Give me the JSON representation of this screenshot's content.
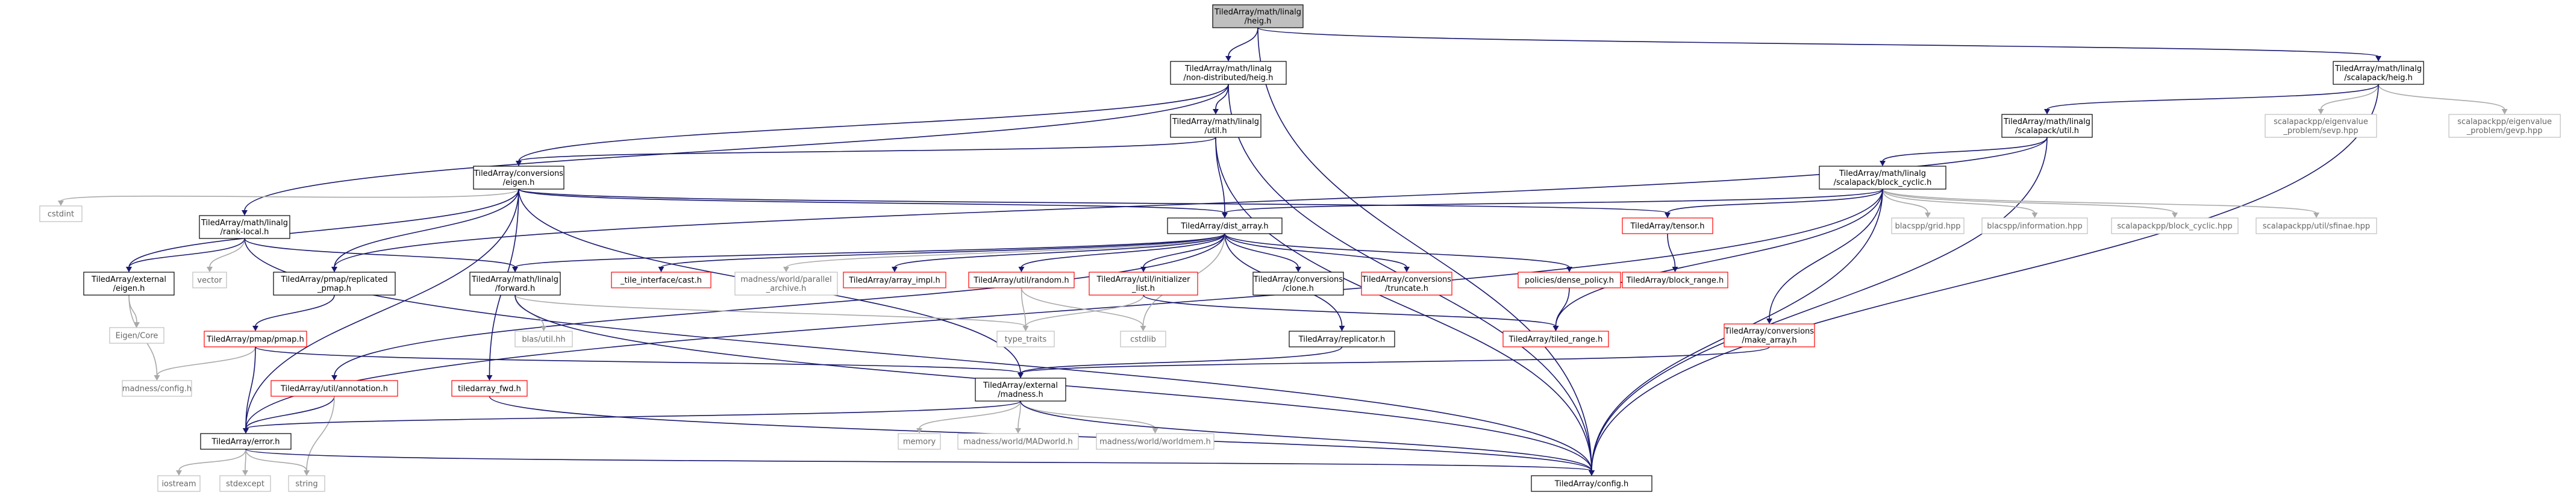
{
  "colors": {
    "edge": "#191970",
    "edge_light": "#a9a9a9",
    "box_default": "#000000",
    "box_red": "#ff0000",
    "box_grey": "#bfbfbf",
    "text_default": "#000000",
    "text_grey": "#666666",
    "root_fill": "#bfbfbf"
  },
  "nodes": [
    {
      "id": "root",
      "lines": [
        "TiledArray/math/linalg",
        "/heig.h"
      ],
      "style": "root"
    },
    {
      "id": "nd_heig",
      "lines": [
        "TiledArray/math/linalg",
        "/non-distributed/heig.h"
      ],
      "style": "black"
    },
    {
      "id": "sc_heig",
      "lines": [
        "TiledArray/math/linalg",
        "/scalapack/heig.h"
      ],
      "style": "black"
    },
    {
      "id": "nd_util",
      "lines": [
        "TiledArray/math/linalg",
        "/util.h"
      ],
      "style": "black"
    },
    {
      "id": "sc_util",
      "lines": [
        "TiledArray/math/linalg",
        "/scalapack/util.h"
      ],
      "style": "black"
    },
    {
      "id": "sevp",
      "lines": [
        "scalapackpp/eigenvalue",
        "_problem/sevp.hpp"
      ],
      "style": "grey"
    },
    {
      "id": "gevp",
      "lines": [
        "scalapackpp/eigenvalue",
        "_problem/gevp.hpp"
      ],
      "style": "grey"
    },
    {
      "id": "conv_eigen",
      "lines": [
        "TiledArray/conversions",
        "/eigen.h"
      ],
      "style": "black"
    },
    {
      "id": "block_cyclic",
      "lines": [
        "TiledArray/math/linalg",
        "/scalapack/block_cyclic.h"
      ],
      "style": "black"
    },
    {
      "id": "cstdint",
      "lines": [
        "cstdint"
      ],
      "style": "grey"
    },
    {
      "id": "rank_local",
      "lines": [
        "TiledArray/math/linalg",
        "/rank-local.h"
      ],
      "style": "black"
    },
    {
      "id": "vector",
      "lines": [
        "vector"
      ],
      "style": "grey"
    },
    {
      "id": "dist_array",
      "lines": [
        "TiledArray/dist_array.h"
      ],
      "style": "black"
    },
    {
      "id": "tensor",
      "lines": [
        "TiledArray/tensor.h"
      ],
      "style": "red"
    },
    {
      "id": "grid",
      "lines": [
        "blacspp/grid.hpp"
      ],
      "style": "grey"
    },
    {
      "id": "information",
      "lines": [
        "blacspp/information.hpp"
      ],
      "style": "grey"
    },
    {
      "id": "sc_block_cyclic",
      "lines": [
        "scalapackpp/block_cyclic.hpp"
      ],
      "style": "grey"
    },
    {
      "id": "sfinae",
      "lines": [
        "scalapackpp/util/sfinae.hpp"
      ],
      "style": "grey"
    },
    {
      "id": "ext_eigen",
      "lines": [
        "TiledArray/external",
        "/eigen.h"
      ],
      "style": "black"
    },
    {
      "id": "pmap_repl",
      "lines": [
        "TiledArray/pmap/replicated",
        "_pmap.h"
      ],
      "style": "black"
    },
    {
      "id": "forward",
      "lines": [
        "TiledArray/math/linalg",
        "/forward.h"
      ],
      "style": "black"
    },
    {
      "id": "tile_iface",
      "lines": [
        "_tile_interface/cast.h"
      ],
      "style": "red"
    },
    {
      "id": "parallel_archive",
      "lines": [
        "madness/world/parallel",
        "_archive.h"
      ],
      "style": "grey"
    },
    {
      "id": "array_impl",
      "lines": [
        "TiledArray/array_impl.h"
      ],
      "style": "red"
    },
    {
      "id": "random",
      "lines": [
        "TiledArray/util/random.h"
      ],
      "style": "red"
    },
    {
      "id": "init_list",
      "lines": [
        "TiledArray/util/initializer",
        "_list.h"
      ],
      "style": "red"
    },
    {
      "id": "clone",
      "lines": [
        "TiledArray/conversions",
        "/clone.h"
      ],
      "style": "black"
    },
    {
      "id": "truncate",
      "lines": [
        "TiledArray/conversions",
        "/truncate.h"
      ],
      "style": "red"
    },
    {
      "id": "dense_policy",
      "lines": [
        "policies/dense_policy.h"
      ],
      "style": "red"
    },
    {
      "id": "block_range",
      "lines": [
        "TiledArray/block_range.h"
      ],
      "style": "red"
    },
    {
      "id": "eigen_core",
      "lines": [
        "Eigen/Core"
      ],
      "style": "grey"
    },
    {
      "id": "pmap",
      "lines": [
        "TiledArray/pmap/pmap.h"
      ],
      "style": "red"
    },
    {
      "id": "blas_util",
      "lines": [
        "blas/util.hh"
      ],
      "style": "grey"
    },
    {
      "id": "type_traits",
      "lines": [
        "type_traits"
      ],
      "style": "grey"
    },
    {
      "id": "cstdlib",
      "lines": [
        "cstdlib"
      ],
      "style": "grey"
    },
    {
      "id": "replicator",
      "lines": [
        "TiledArray/replicator.h"
      ],
      "style": "black"
    },
    {
      "id": "tiled_range",
      "lines": [
        "TiledArray/tiled_range.h"
      ],
      "style": "red"
    },
    {
      "id": "make_array",
      "lines": [
        "TiledArray/conversions",
        "/make_array.h"
      ],
      "style": "red"
    },
    {
      "id": "mad_config",
      "lines": [
        "madness/config.h"
      ],
      "style": "grey"
    },
    {
      "id": "annotation",
      "lines": [
        "TiledArray/util/annotation.h"
      ],
      "style": "red"
    },
    {
      "id": "tiledarray_fwd",
      "lines": [
        "tiledarray_fwd.h"
      ],
      "style": "red"
    },
    {
      "id": "ext_madness",
      "lines": [
        "TiledArray/external",
        "/madness.h"
      ],
      "style": "black"
    },
    {
      "id": "error",
      "lines": [
        "TiledArray/error.h"
      ],
      "style": "black"
    },
    {
      "id": "memory",
      "lines": [
        "memory"
      ],
      "style": "grey"
    },
    {
      "id": "madworld",
      "lines": [
        "madness/world/MADworld.h"
      ],
      "style": "grey"
    },
    {
      "id": "worldmem",
      "lines": [
        "madness/world/worldmem.h"
      ],
      "style": "grey"
    },
    {
      "id": "iostream",
      "lines": [
        "iostream"
      ],
      "style": "grey"
    },
    {
      "id": "stdexcept",
      "lines": [
        "stdexcept"
      ],
      "style": "grey"
    },
    {
      "id": "string",
      "lines": [
        "string"
      ],
      "style": "grey"
    },
    {
      "id": "config",
      "lines": [
        "TiledArray/config.h"
      ],
      "style": "black"
    }
  ],
  "edges": [
    [
      "root",
      "nd_heig"
    ],
    [
      "root",
      "sc_heig"
    ],
    [
      "root",
      "config"
    ],
    [
      "nd_heig",
      "nd_util"
    ],
    [
      "nd_heig",
      "conv_eigen"
    ],
    [
      "nd_heig",
      "rank_local"
    ],
    [
      "nd_heig",
      "config"
    ],
    [
      "sc_heig",
      "sc_util"
    ],
    [
      "sc_heig",
      "sevp"
    ],
    [
      "sc_heig",
      "gevp"
    ],
    [
      "sc_heig",
      "config"
    ],
    [
      "nd_util",
      "dist_array"
    ],
    [
      "nd_util",
      "conv_eigen"
    ],
    [
      "nd_util",
      "config"
    ],
    [
      "sc_util",
      "block_cyclic"
    ],
    [
      "sc_util",
      "pmap_repl"
    ],
    [
      "sc_util",
      "config"
    ],
    [
      "conv_eigen",
      "cstdint"
    ],
    [
      "conv_eigen",
      "ext_eigen"
    ],
    [
      "conv_eigen",
      "dist_array"
    ],
    [
      "conv_eigen",
      "tensor"
    ],
    [
      "conv_eigen",
      "pmap_repl"
    ],
    [
      "conv_eigen",
      "ext_madness"
    ],
    [
      "conv_eigen",
      "tiledarray_fwd"
    ],
    [
      "conv_eigen",
      "error"
    ],
    [
      "block_cyclic",
      "dist_array"
    ],
    [
      "block_cyclic",
      "tensor"
    ],
    [
      "block_cyclic",
      "grid"
    ],
    [
      "block_cyclic",
      "information"
    ],
    [
      "block_cyclic",
      "sc_block_cyclic"
    ],
    [
      "block_cyclic",
      "sfinae"
    ],
    [
      "block_cyclic",
      "tiled_range"
    ],
    [
      "block_cyclic",
      "make_array"
    ],
    [
      "block_cyclic",
      "config"
    ],
    [
      "block_cyclic",
      "error"
    ],
    [
      "rank_local",
      "ext_eigen"
    ],
    [
      "rank_local",
      "vector"
    ],
    [
      "rank_local",
      "forward"
    ],
    [
      "rank_local",
      "config"
    ],
    [
      "dist_array",
      "tile_iface"
    ],
    [
      "dist_array",
      "parallel_archive"
    ],
    [
      "dist_array",
      "array_impl"
    ],
    [
      "dist_array",
      "random"
    ],
    [
      "dist_array",
      "init_list"
    ],
    [
      "dist_array",
      "clone"
    ],
    [
      "dist_array",
      "truncate"
    ],
    [
      "dist_array",
      "dense_policy"
    ],
    [
      "dist_array",
      "replicator"
    ],
    [
      "dist_array",
      "cstdlib"
    ],
    [
      "dist_array",
      "annotation"
    ],
    [
      "dist_array",
      "forward"
    ],
    [
      "tensor",
      "block_range"
    ],
    [
      "ext_eigen",
      "eigen_core"
    ],
    [
      "ext_eigen",
      "mad_config"
    ],
    [
      "pmap_repl",
      "pmap"
    ],
    [
      "forward",
      "blas_util"
    ],
    [
      "forward",
      "type_traits"
    ],
    [
      "forward",
      "config"
    ],
    [
      "random",
      "type_traits"
    ],
    [
      "random",
      "cstdlib"
    ],
    [
      "init_list",
      "type_traits"
    ],
    [
      "init_list",
      "tiled_range"
    ],
    [
      "dense_policy",
      "tiled_range"
    ],
    [
      "pmap",
      "mad_config"
    ],
    [
      "pmap",
      "error"
    ],
    [
      "pmap",
      "ext_madness"
    ],
    [
      "replicator",
      "ext_madness"
    ],
    [
      "make_array",
      "ext_madness"
    ],
    [
      "annotation",
      "error"
    ],
    [
      "annotation",
      "string"
    ],
    [
      "tiledarray_fwd",
      "config"
    ],
    [
      "ext_madness",
      "memory"
    ],
    [
      "ext_madness",
      "madworld"
    ],
    [
      "ext_madness",
      "worldmem"
    ],
    [
      "ext_madness",
      "error"
    ],
    [
      "ext_madness",
      "config"
    ],
    [
      "error",
      "iostream"
    ],
    [
      "error",
      "stdexcept"
    ],
    [
      "error",
      "string"
    ],
    [
      "error",
      "config"
    ]
  ]
}
